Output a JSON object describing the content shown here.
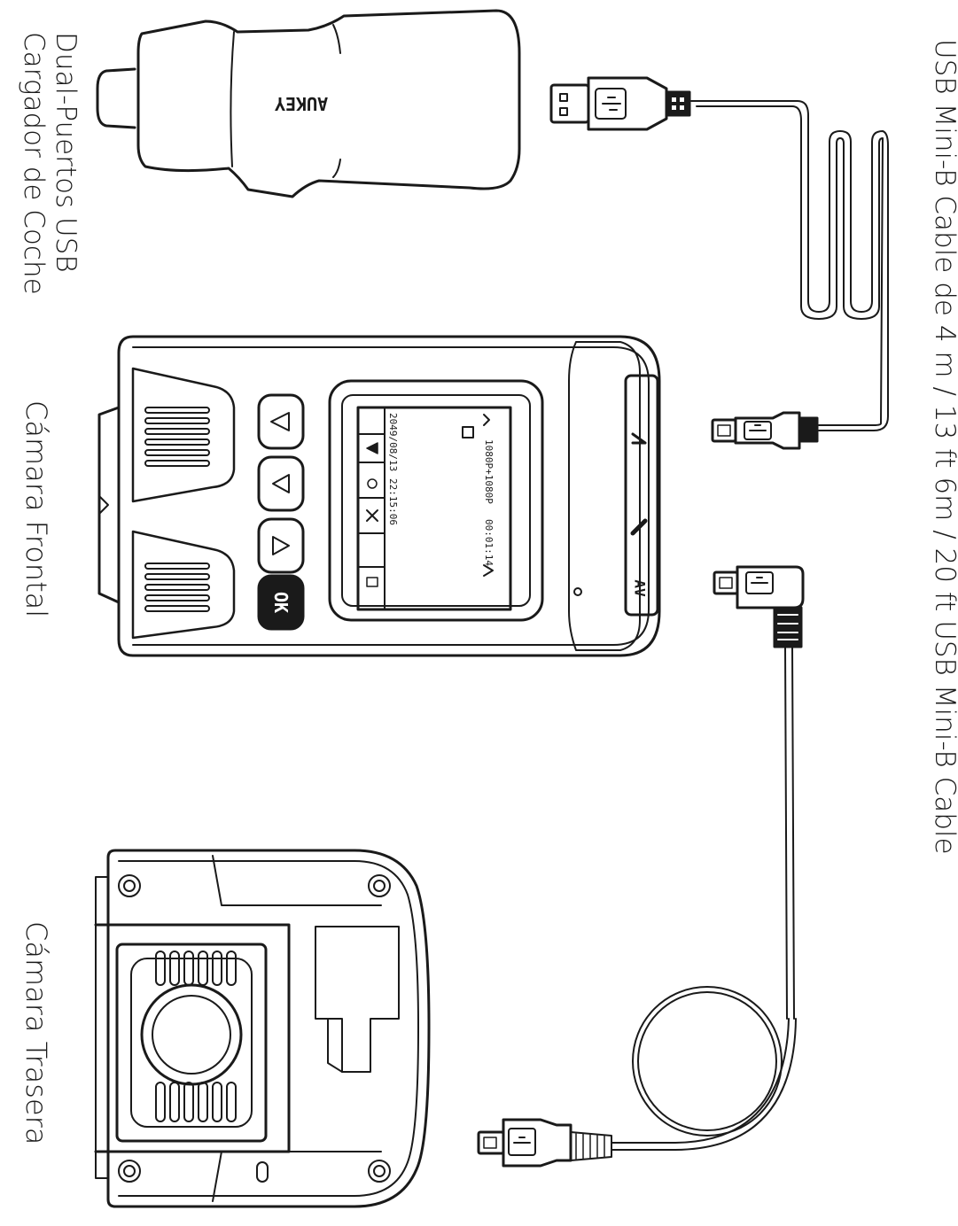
{
  "labels": {
    "charger_line1": "Dual-Puertos USB",
    "charger_line2": "Cargador de Coche",
    "front_camera": "Cámara Frontal",
    "rear_camera": "Cámara Trasera",
    "cable": "USB Mini-B Cable de 4 m / 13 ft 6m / 20 ft USB Mini-B Cable"
  },
  "charger": {
    "brand": "AUKEY"
  },
  "front_screen": {
    "resolution": "1080P+1080P",
    "elapsed": "00:01:14",
    "date": "2049/08/13",
    "time": "22:15:06"
  },
  "front_buttons": {
    "ok": "OK"
  },
  "front_port": {
    "av": "AV"
  }
}
